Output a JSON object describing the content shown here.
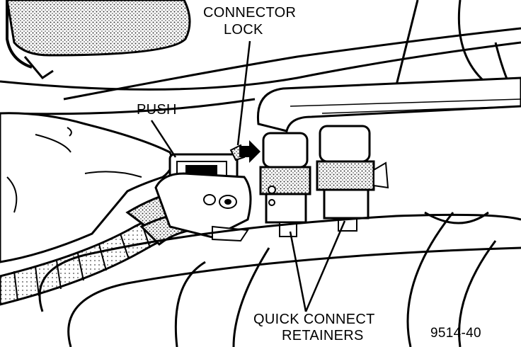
{
  "labels": {
    "connector": "CONNECTOR",
    "lock": "LOCK",
    "push": "PUSH",
    "quick_connect": "QUICK CONNECT",
    "retainers": "RETAINERS",
    "figure_number": "9514-40"
  },
  "colors": {
    "ink": "#000000",
    "paper": "#ffffff",
    "stipple": "#8a8a8a"
  }
}
